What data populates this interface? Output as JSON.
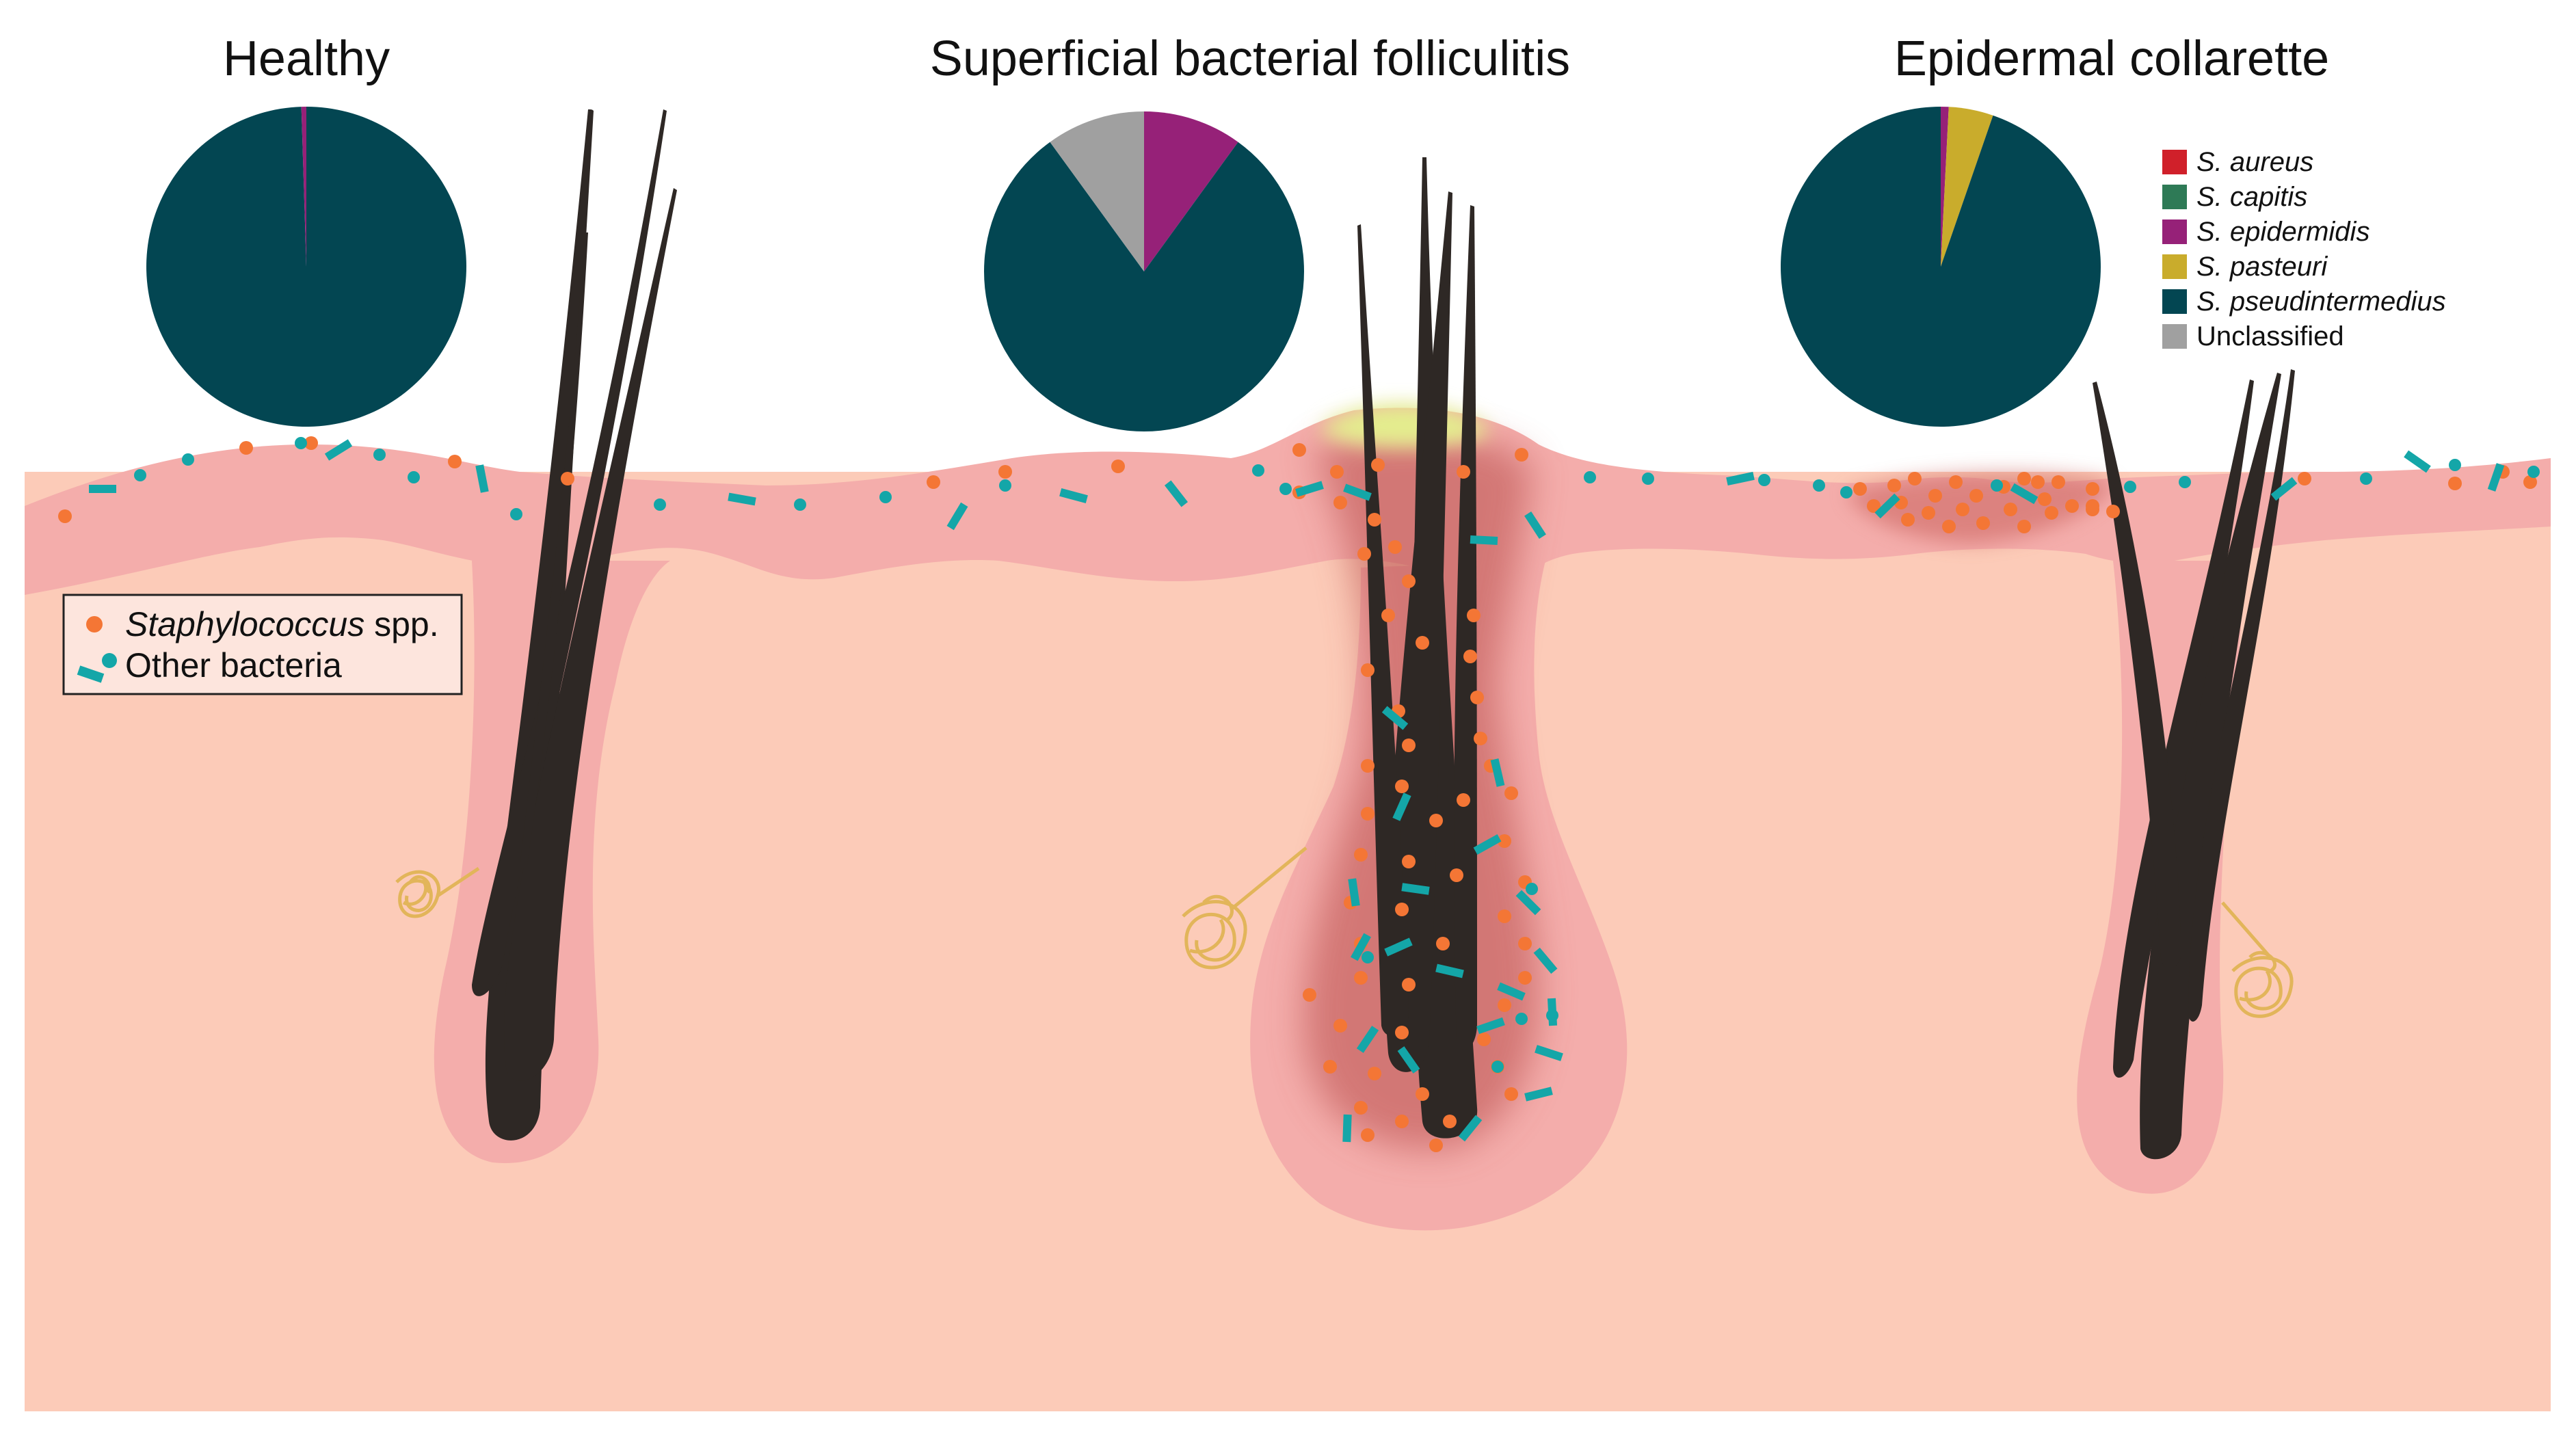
{
  "panels": [
    {
      "title": "Healthy",
      "slices": [
        {
          "species": "S. pseudintermedius",
          "fraction": 0.995
        },
        {
          "species": "S. epidermidis",
          "fraction": 0.005
        }
      ]
    },
    {
      "title": "Superficial bacterial folliculitis",
      "slices": [
        {
          "species": "S. epidermidis",
          "fraction": 0.1
        },
        {
          "species": "S. pseudintermedius",
          "fraction": 0.8
        },
        {
          "species": "Unclassified",
          "fraction": 0.1
        }
      ]
    },
    {
      "title": "Epidermal collarette",
      "slices": [
        {
          "species": "S. epidermidis",
          "fraction": 0.008
        },
        {
          "species": "S. pasteuri",
          "fraction": 0.045
        },
        {
          "species": "S. pseudintermedius",
          "fraction": 0.947
        }
      ]
    }
  ],
  "species_legend": [
    {
      "label": "S. aureus",
      "color": "#d0202a",
      "italic": true
    },
    {
      "label": "S. capitis",
      "color": "#2e7a56",
      "italic": true
    },
    {
      "label": "S. epidermidis",
      "color": "#962178",
      "italic": true
    },
    {
      "label": "S. pasteuri",
      "color": "#c9ac2c",
      "italic": true
    },
    {
      "label": "S. pseudintermedius",
      "color": "#034652",
      "italic": true
    },
    {
      "label": "Unclassified",
      "color": "#a0a0a0",
      "italic": false
    }
  ],
  "bacteria_key": {
    "staph_label_italic": "Staphylococcus",
    "staph_label_rest": " spp.",
    "other_label": "Other bacteria",
    "staph_color": "#f47635",
    "other_color": "#14a6a8"
  },
  "colors": {
    "dermis": "#fccbb8",
    "epidermis": "#f4adab",
    "hair": "#2e2825",
    "pus": "#e4ed8e",
    "inflammation": "#b84c4a",
    "sebaceous_gland": "#e2b55a"
  }
}
